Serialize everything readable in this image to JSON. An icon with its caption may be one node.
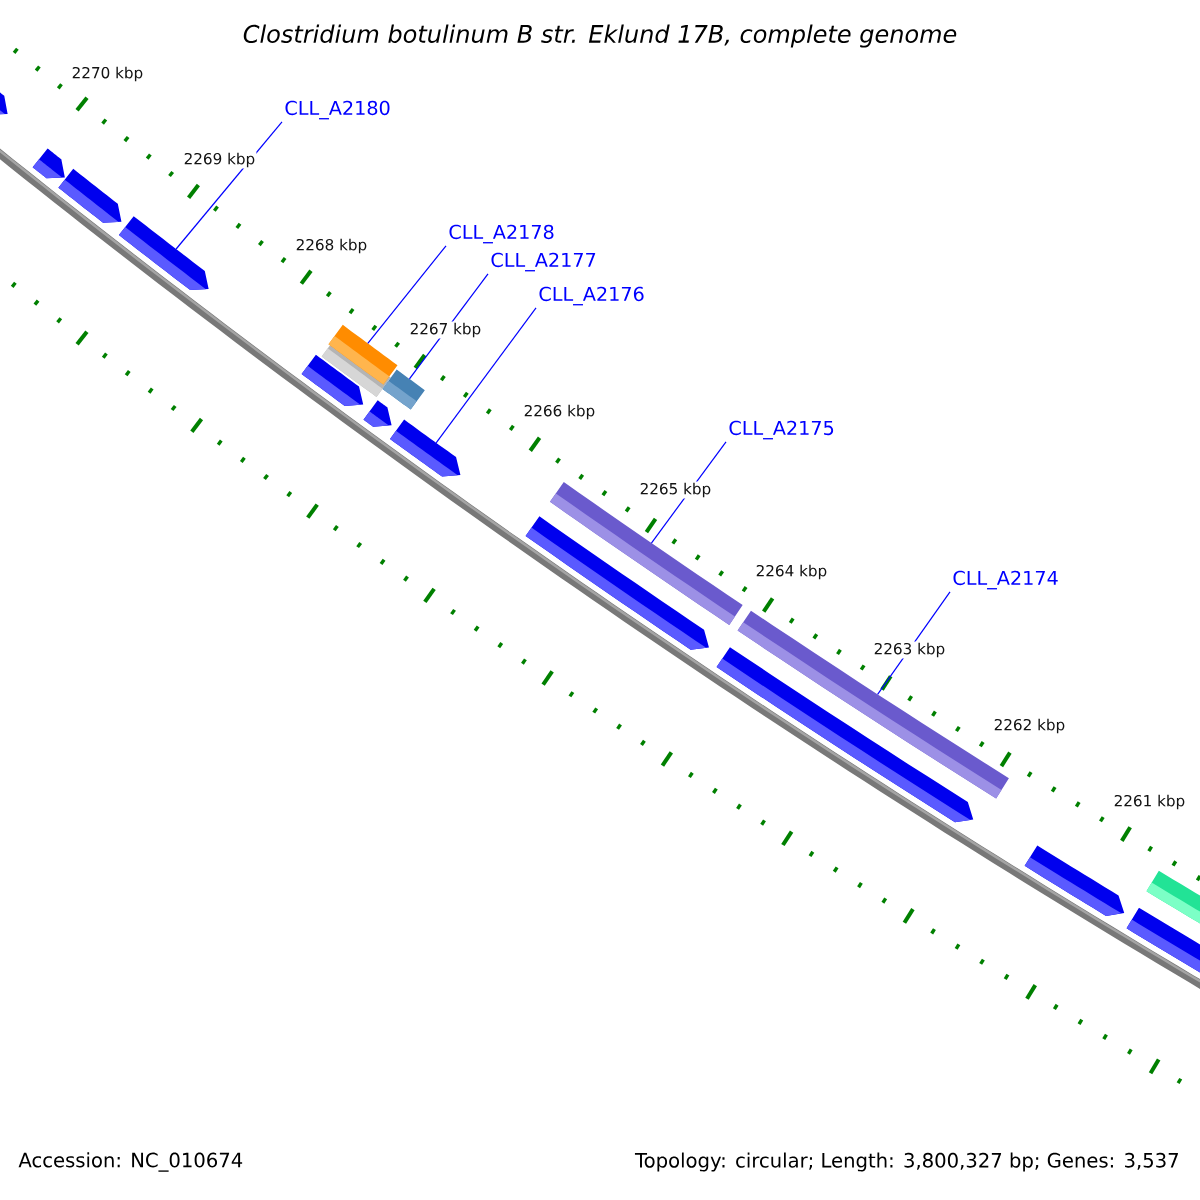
{
  "diagram": {
    "title": "Clostridium botulinum B str. Eklund 17B, complete genome",
    "nodes": [
      {
        "text": [
          "CLL_A2180"
        ]
      },
      {
        "text": [
          "CLL_A2178"
        ]
      },
      {
        "text": [
          "CLL_A2177"
        ]
      },
      {
        "text": [
          "CLL_A2176"
        ]
      },
      {
        "text": [
          "CLL_A2175"
        ]
      },
      {
        "text": [
          "CLL_A2174"
        ]
      },
      {
        "text": [],
        "shape": "arrow"
      },
      {
        "text": [],
        "shape": "arrow"
      },
      {
        "text": [],
        "shape": "arrow"
      },
      {
        "text": [],
        "shape": "arrow"
      },
      {
        "text": [],
        "shape": "arrow"
      },
      {
        "text": [],
        "shape": "bar"
      },
      {
        "text": [],
        "shape": "bar"
      },
      {
        "text": [],
        "shape": "arrow"
      },
      {
        "text": [],
        "shape": "bar"
      },
      {
        "text": [],
        "shape": "arrow"
      },
      {
        "text": [],
        "shape": "arrow"
      },
      {
        "text": [],
        "shape": "bar"
      },
      {
        "text": [],
        "shape": "arrow"
      },
      {
        "text": [],
        "shape": "bar"
      },
      {
        "text": [],
        "shape": "arrow"
      },
      {
        "text": [],
        "shape": "arrow"
      },
      {
        "text": [],
        "shape": "bar"
      }
    ],
    "edges": [
      {
        "from": 0,
        "to": 9,
        "arrow": "none"
      },
      {
        "from": 1,
        "to": 12,
        "arrow": "none"
      },
      {
        "from": 2,
        "to": 14,
        "arrow": "none"
      },
      {
        "from": 3,
        "to": 15,
        "arrow": "none"
      },
      {
        "from": 4,
        "to": 17,
        "arrow": "none"
      },
      {
        "from": 5,
        "to": 19,
        "arrow": "none"
      }
    ],
    "labels": [
      "2270 kbp",
      "2269 kbp",
      "2268 kbp",
      "2267 kbp",
      "2266 kbp",
      "2265 kbp",
      "2264 kbp",
      "2263 kbp",
      "2262 kbp",
      "2261 kbp",
      "Accession: NC_010674",
      "Topology: circular; Length: 3,800,327 bp; Genes: 3,537"
    ]
  }
}
